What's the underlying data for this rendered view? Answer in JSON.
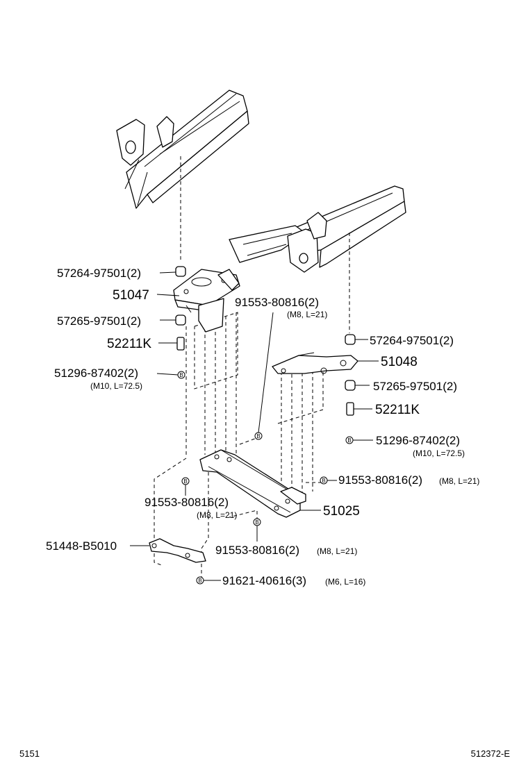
{
  "callouts": {
    "c1": "57264-97501(2)",
    "c2": "51047",
    "c3": "57265-97501(2)",
    "c4": "52211K",
    "c5": "51296-87402(2)",
    "c5s": "(M10, L=72.5)",
    "c6": "91553-80816(2)",
    "c6s": "(M8, L=21)",
    "c7": "57264-97501(2)",
    "c8": "51048",
    "c9": "57265-97501(2)",
    "c10": "52211K",
    "c11": "51296-87402(2)",
    "c11s": "(M10, L=72.5)",
    "c12": "91553-80816(2)",
    "c12s": "(M8, L=21)",
    "c13": "91553-80816(2)",
    "c13s": "(M8, L=21)",
    "c14": "51025",
    "c15": "91553-80816(2)",
    "c15s": "(M8, L=21)",
    "c16": "51448-B5010",
    "c17": "91621-40616(3)",
    "c17s": "(M6, L=16)"
  },
  "bolt_mark": "B",
  "footer": {
    "left": "5151",
    "right": "512372-E"
  }
}
